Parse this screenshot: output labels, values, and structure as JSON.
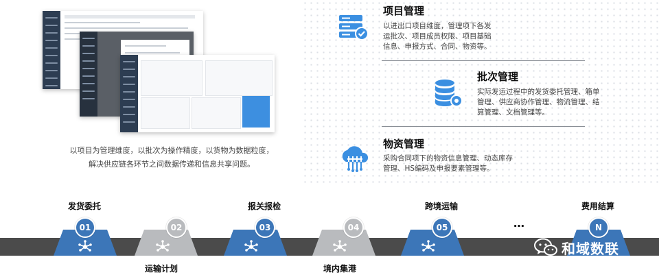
{
  "features": [
    {
      "title": "项目管理",
      "desc": [
        "以进出口项目维度，管理项下各发",
        "运批次、项目成员权限、项目基础",
        "信息、申报方式、合同、物资等。"
      ],
      "icon": "server-check-icon"
    },
    {
      "title": "批次管理",
      "desc": [
        "实际发运过程中的发货委托管理、箱单",
        "管理、供应商协作管理、物流管理、结",
        "算管理、文档管理等。"
      ],
      "icon": "database-gear-icon"
    },
    {
      "title": "物资管理",
      "desc": [
        "采购合同项下的物资信息管理、动态库存",
        "管理、HS编码及申报要素管理等。"
      ],
      "icon": "cloud-network-icon"
    }
  ],
  "caption": [
    "以项目为管理维度，以批次为操作精度，以货物为数据粒度，",
    "解决供应链各环节之间数据传递和信息共享问题。"
  ],
  "steps": [
    {
      "num": "01",
      "label": "发货委托",
      "pos": "top",
      "color": "#3c76b8"
    },
    {
      "num": "02",
      "label": "运输计划",
      "pos": "bottom",
      "color": "#b9bbbe"
    },
    {
      "num": "03",
      "label": "报关报检",
      "pos": "top",
      "color": "#3c76b8"
    },
    {
      "num": "04",
      "label": "境内集港",
      "pos": "bottom",
      "color": "#b9bbbe"
    },
    {
      "num": "05",
      "label": "跨境运输",
      "pos": "top",
      "color": "#3c76b8"
    },
    {
      "num": "N",
      "label": "费用结算",
      "pos": "top",
      "color": "#3c76b8"
    }
  ],
  "ellipsis": "…",
  "brand": {
    "name": "和域数联",
    "icon": "wechat-icon"
  }
}
